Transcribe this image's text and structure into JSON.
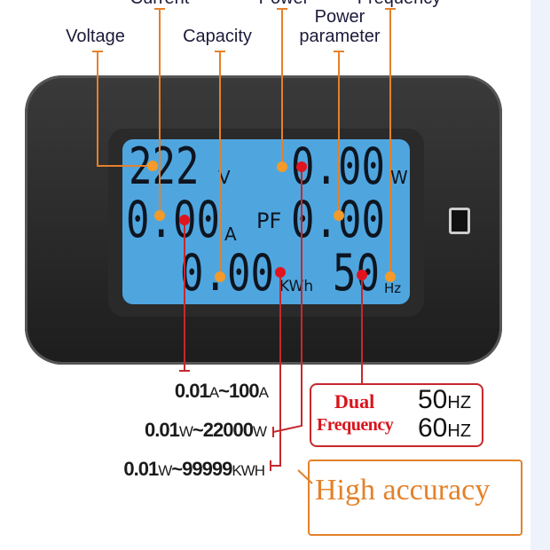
{
  "labels": {
    "current": "Current",
    "power": "Power",
    "frequency": "Frequency",
    "voltage": "Voltage",
    "capacity": "Capacity",
    "power_parameter_1": "Power",
    "power_parameter_2": "parameter"
  },
  "lcd": {
    "voltage": "222",
    "voltage_unit": "V",
    "power": "0.00",
    "power_unit": "W",
    "current": "0.00",
    "current_unit": "A",
    "pf_label": "PF",
    "pf": "0.00",
    "energy": "0.00",
    "energy_unit": "KWh",
    "frequency": "50",
    "frequency_unit": "Hz"
  },
  "ranges": [
    {
      "min": "0.01",
      "min_unit": "A",
      "sep": "~",
      "max": "100",
      "max_unit": "A"
    },
    {
      "min": "0.01",
      "min_unit": "W",
      "sep": "~",
      "max": "22000",
      "max_unit": "W"
    },
    {
      "min": "0.01",
      "min_unit": "W",
      "sep": "~",
      "max": "99999",
      "max_unit": "KWH"
    }
  ],
  "dual_frequency": {
    "line1": "Dual",
    "line2": "Frequency",
    "f1": "50",
    "f1_unit": "HZ",
    "f2": "60",
    "f2_unit": "HZ"
  },
  "callout": "High accuracy",
  "colors": {
    "orange": "#e4812a",
    "red": "#c7282c",
    "lcd": "#4fa6df"
  }
}
